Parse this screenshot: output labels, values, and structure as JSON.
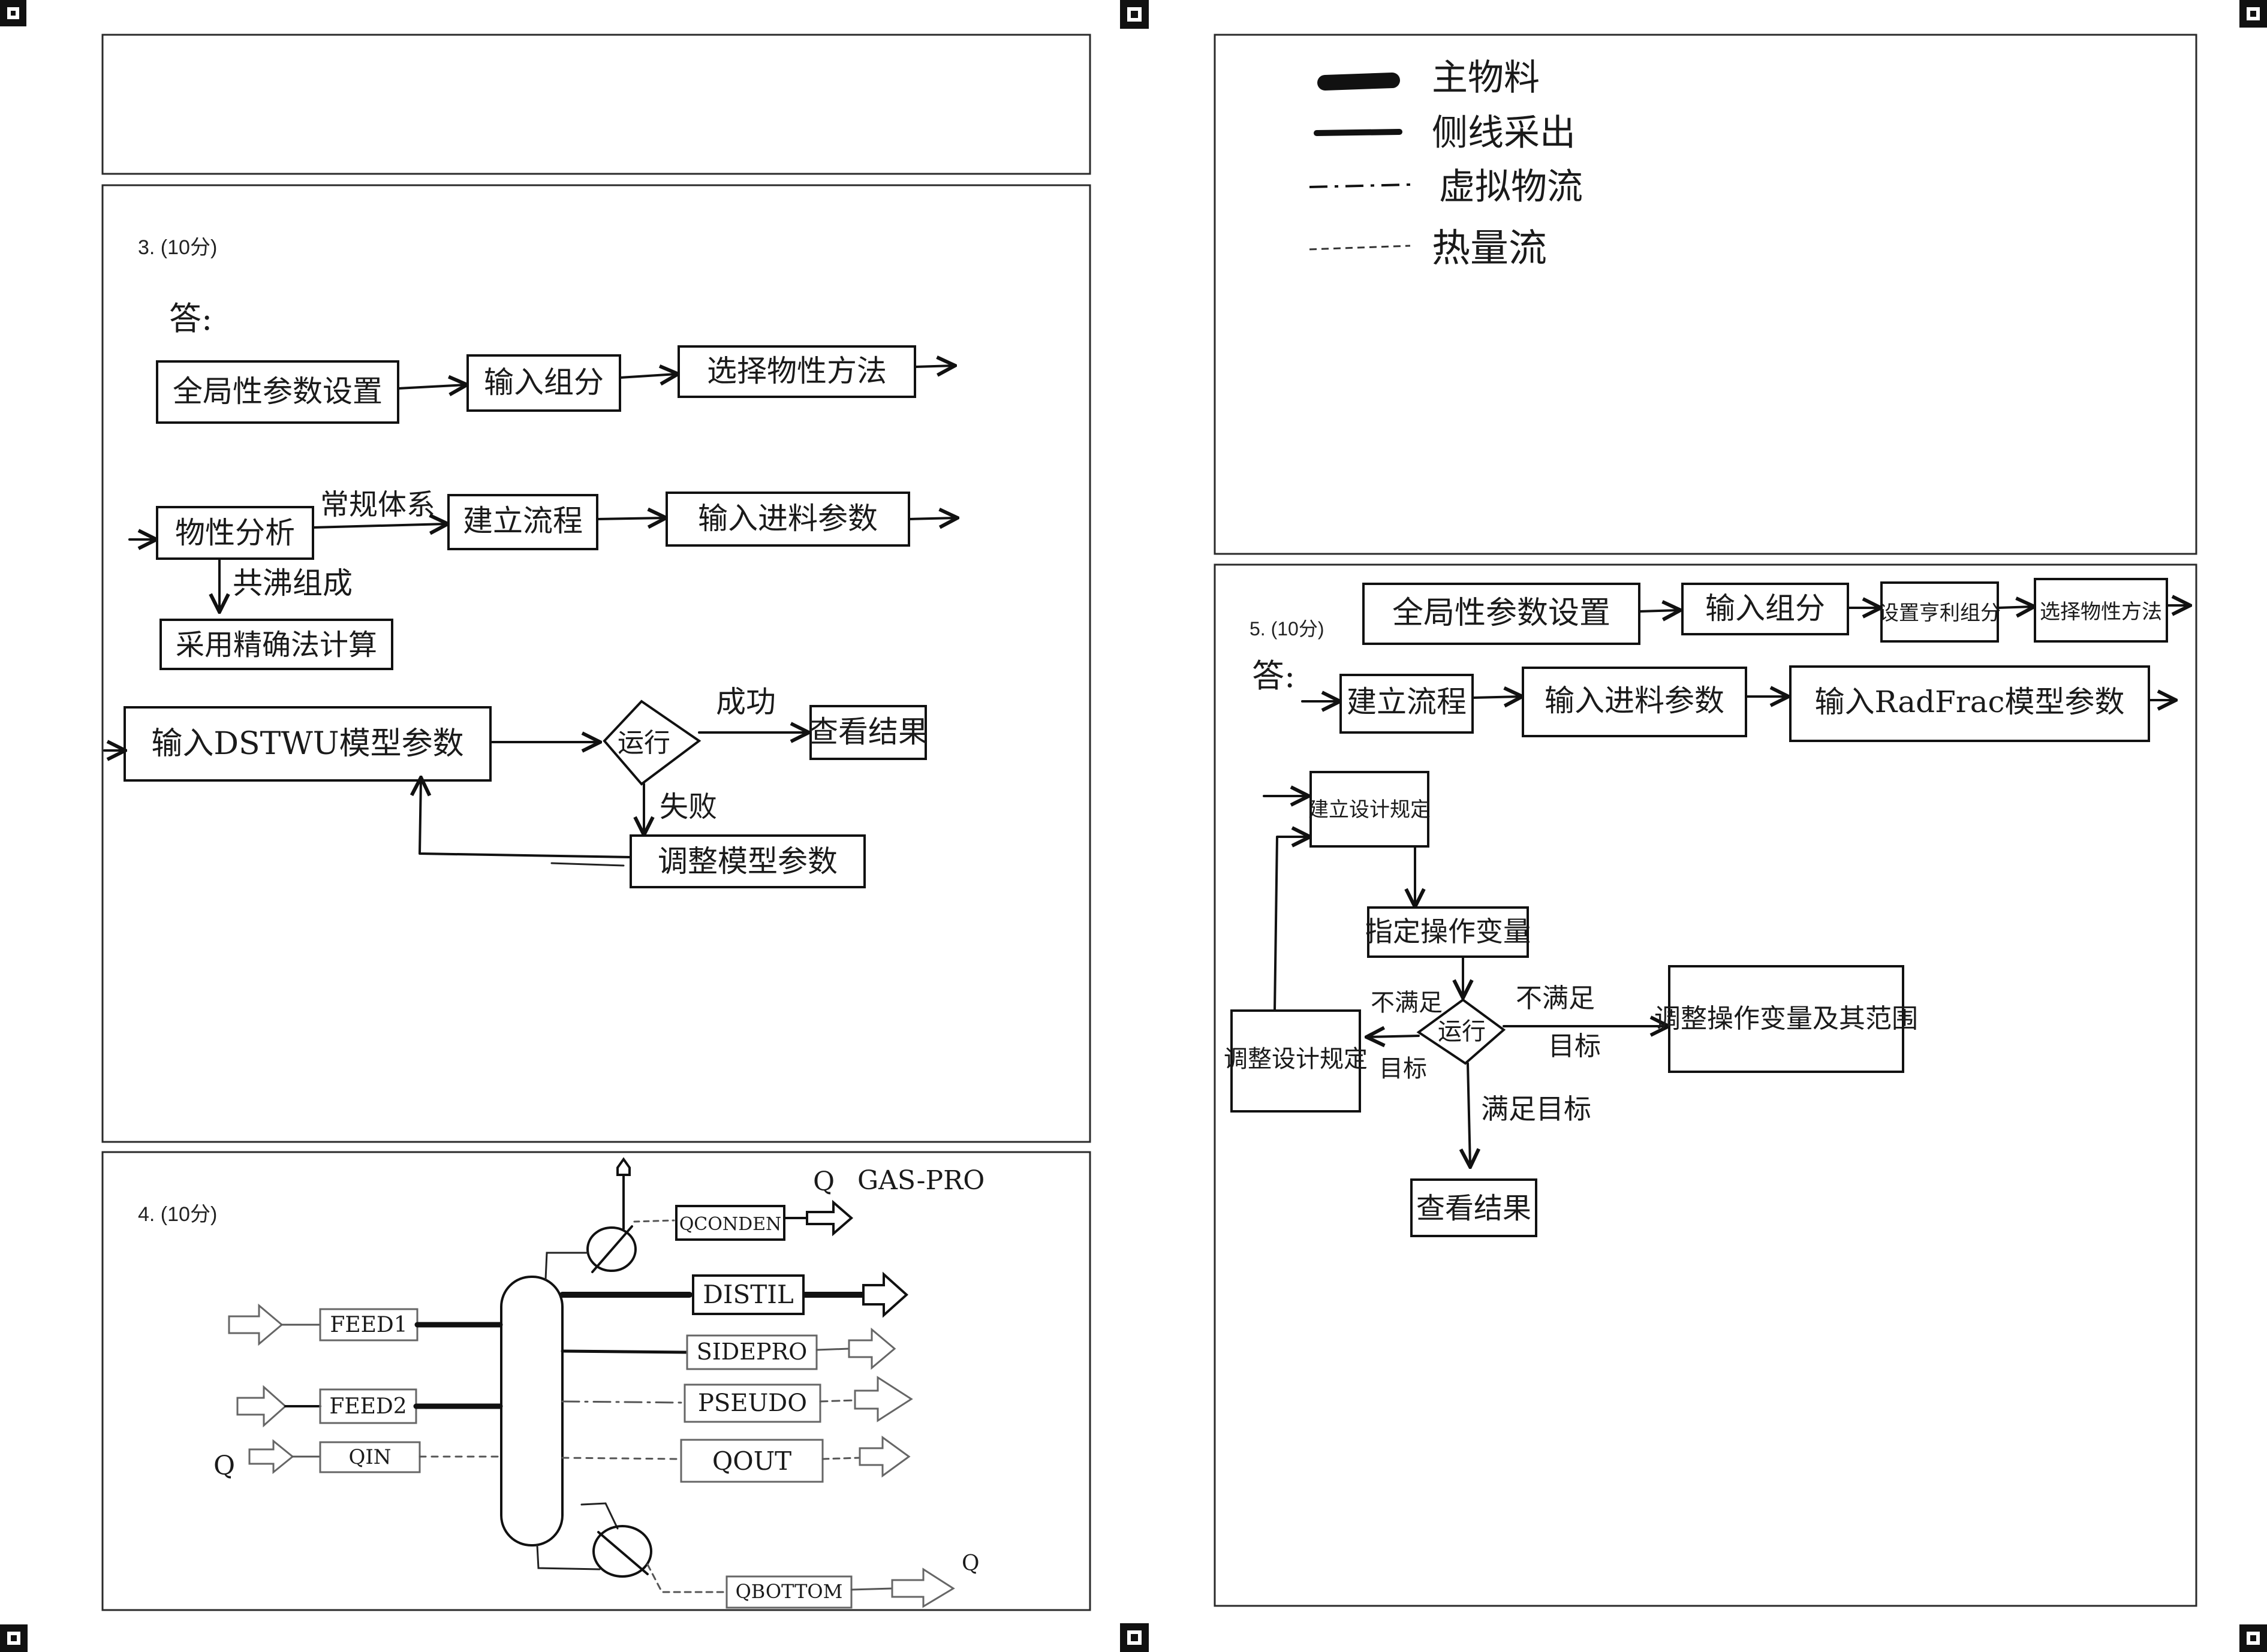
{
  "corner_marks": [
    "corner-marker-top-left",
    "corner-marker-top-middle",
    "corner-marker-top-right",
    "corner-marker-bottom-left",
    "corner-marker-bottom-middle",
    "corner-marker-bottom-right"
  ],
  "q3": {
    "label": "3. (10分)",
    "answer_label": "答:",
    "row1": [
      "全局性参数设置",
      "输入组分",
      "选择物性方法"
    ],
    "row2": [
      "物性分析",
      "常规体系",
      "建立流程",
      "输入进料参数"
    ],
    "branch_label": "共沸组成",
    "branch_box": "采用精确法计算",
    "row3": [
      "输入DSTWU模型参数",
      "运行",
      "成功",
      "查看结果"
    ],
    "fail_label": "失败",
    "adjust_box": "调整模型参数"
  },
  "q4": {
    "label": "4. (10分)",
    "top_stream_q": "Q",
    "top_product": "GAS-PRO",
    "streams_in": [
      "FEED1",
      "FEED2",
      "QIN"
    ],
    "q_in_label": "Q",
    "streams_out": [
      "QCONDEN",
      "DISTIL",
      "SIDEPRO",
      "PSEUDO",
      "QOUT"
    ],
    "bottom_stream": "QBOTTOM",
    "bottom_q": "Q"
  },
  "legend": {
    "items": [
      "主物料",
      "侧线采出",
      "虚拟物流",
      "热量流"
    ]
  },
  "q5": {
    "label": "5. (10分)",
    "answer_label": "答:",
    "row1": [
      "全局性参数设置",
      "输入组分",
      "设置亨利组分",
      "选择物性方法"
    ],
    "row2": [
      "建立流程",
      "输入进料参数",
      "输入RadFrac模型参数"
    ],
    "spec_box": "建立设计规定",
    "manip_box": "指定操作变量",
    "run": "运行",
    "left_label_1": "不满足",
    "left_label_2": "目标",
    "right_label_1": "不满足",
    "right_label_2": "目标",
    "adjust_right": "调整操作变量及其范围",
    "adjust_left": "调整设计规定",
    "ok_label": "满足目标",
    "result_box": "查看结果"
  }
}
